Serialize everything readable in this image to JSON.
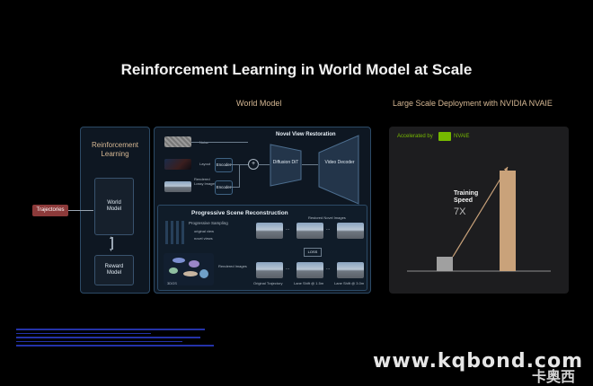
{
  "title": "Reinforcement Learning in World Model at Scale",
  "sections": {
    "world_model": "World Model",
    "deployment": "Large Scale Deployment with NVIDIA NVAIE"
  },
  "rl": {
    "title": "Reinforcement Learning",
    "world_model_box": "World Model",
    "reward_model_box": "Reward Model",
    "trajectories": "Trajectories"
  },
  "nvr": {
    "title": "Novel View Restoration",
    "input_noise": "Noise",
    "input_layout": "Layout",
    "input_rendered": "Rendered Lossy Images",
    "encoder1": "Encoder",
    "encoder2": "Encoder",
    "plus": "+",
    "diffusion": "Diffusion DiT",
    "decoder": "Video Decoder"
  },
  "psr": {
    "title": "Progressive Scene Reconstruction",
    "restored": "Restored Novel Images",
    "progressive": "Progressive Sampling",
    "original_view": "original view",
    "novel_views": "novel views",
    "gs": "3DGS",
    "rendered": "Rendered Images",
    "loss": "LOSS",
    "orig_traj": "Original Trajectory",
    "shift15": "Lane Shift @ 1.5m",
    "shift30": "Lane Shift @ 3.0m",
    "dots": "..."
  },
  "deploy": {
    "accelerated": "Accelerated by",
    "nvaie": "NVAIE",
    "speed_label": "Training Speed",
    "speed_value": "7X"
  },
  "chart_data": {
    "type": "bar",
    "categories": [
      "",
      ""
    ],
    "values": [
      1,
      7
    ],
    "title": "",
    "xlabel": "",
    "ylabel": "",
    "colors": [
      "#a0a0a0",
      "#c9a27a"
    ]
  },
  "watermark": {
    "url": "www.kqbond.com",
    "logo": "卡奥西"
  },
  "colors": {
    "accent": "#d6b894",
    "trajectory": "#8c3a3a",
    "nvidia_green": "#76b900"
  }
}
